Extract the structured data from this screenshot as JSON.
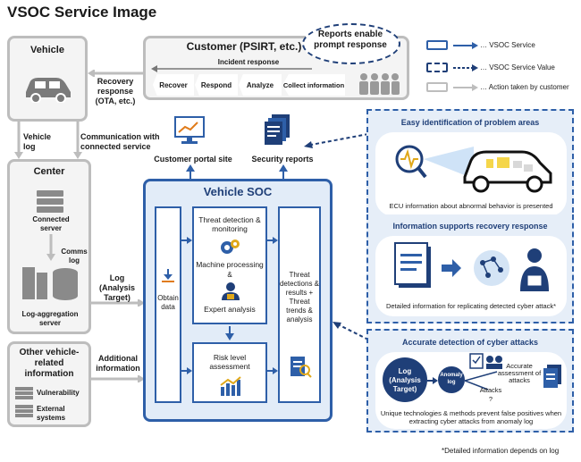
{
  "title": "VSOC Service Image",
  "vehicle": {
    "label": "Vehicle"
  },
  "customer": {
    "label": "Customer (PSIRT, etc.)",
    "incident_response": "Incident response",
    "steps": [
      "Recover",
      "Respond",
      "Analyze",
      "Collect information"
    ]
  },
  "callout": "Reports enable prompt response",
  "legend": [
    {
      "text": "… VSOC Service",
      "color": "#2e5fa8"
    },
    {
      "text": "… VSOC Service Value",
      "color": "#1f3f78"
    },
    {
      "text": "… Action taken by customer",
      "color": "#bdbdbd"
    }
  ],
  "arrows": {
    "recovery": "Recovery response (OTA, etc.)",
    "vehicle_log": "Vehicle log",
    "communication": "Communication with connected service",
    "comms_log": "Comms log",
    "log_target": "Log (Analysis Target)",
    "additional": "Additional information"
  },
  "outputs": {
    "portal": "Customer portal site",
    "reports": "Security reports"
  },
  "center": {
    "label": "Center",
    "connected_server": "Connected server",
    "log_server": "Log-aggregation server"
  },
  "other": {
    "label": "Other vehicle-related information",
    "items": [
      "Vulnerability",
      "External systems"
    ]
  },
  "soc": {
    "label": "Vehicle SOC",
    "obtain": "Obtain data",
    "threat_detection": "Threat detection & monitoring",
    "machine": "Machine processing",
    "amp": "&",
    "expert": "Expert analysis",
    "risk": "Risk level assessment",
    "results": "Threat detections & results + Threat trends & analysis"
  },
  "panels": {
    "p1": {
      "title": "Easy identification  of problem areas",
      "caption": "ECU information about abnormal behavior is presented"
    },
    "p2": {
      "title": "Information supports recovery response",
      "caption": "Detailed information for replicating detected cyber attack*"
    },
    "p3": {
      "title": "Accurate detection of cyber attacks",
      "log": "Log (Analysis Target)",
      "anomaly": "Anomaly log",
      "attacks": "Attacks ?",
      "accurate": "Accurate assessment of attacks",
      "caption": "Unique technologies & methods prevent false positives when extracting cyber attacks from anomaly log"
    }
  },
  "footnote": "*Detailed information depends on log"
}
